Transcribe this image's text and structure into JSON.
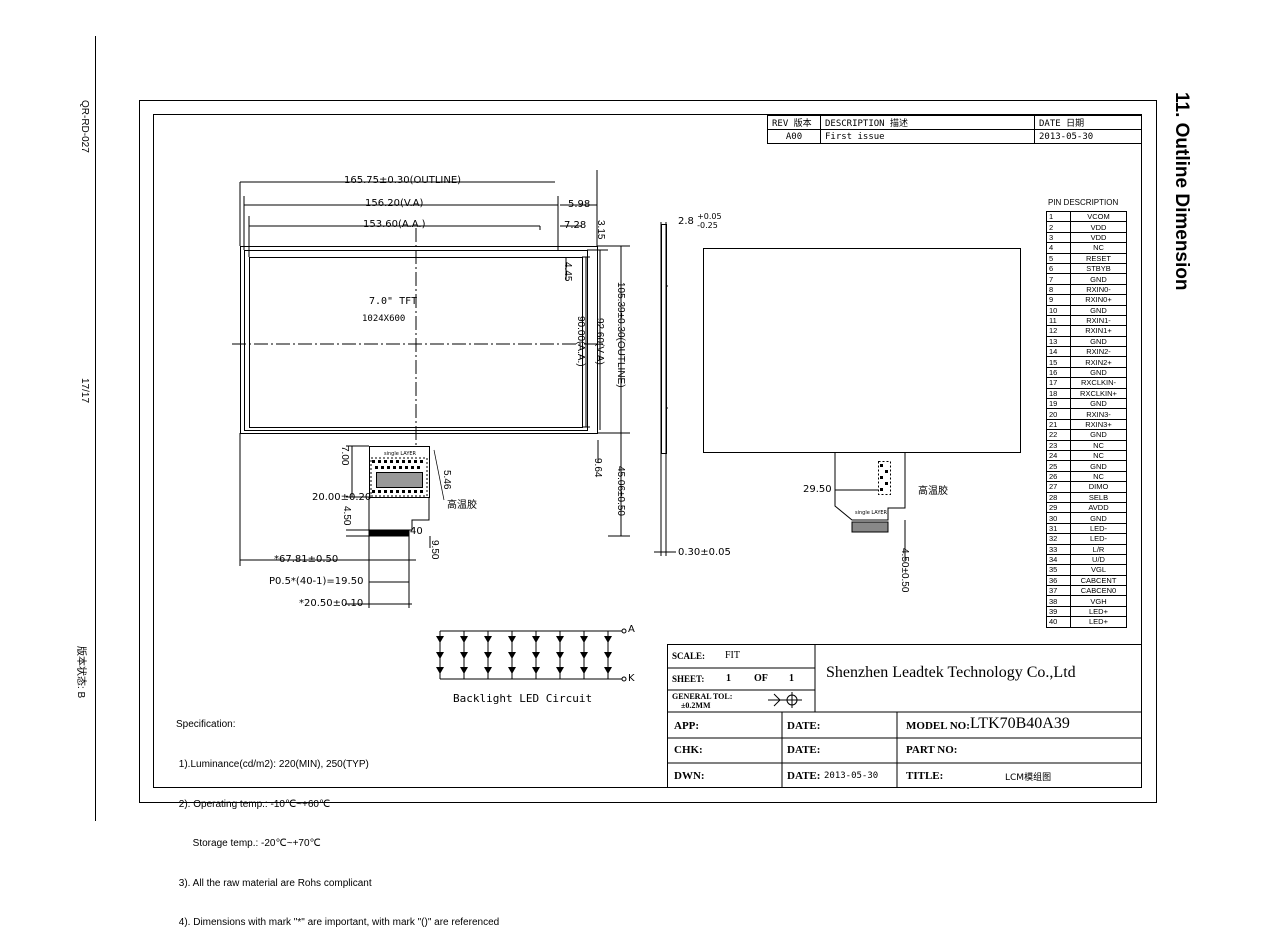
{
  "side": {
    "doc_code": "QR-RD-027",
    "page": "17/17",
    "version_status": "版本状态: B",
    "section_title": "11. Outline Dimension"
  },
  "revision": {
    "headers": [
      "REV 版本",
      "DESCRIPTION 描述",
      "DATE 日期"
    ],
    "rows": [
      [
        "A00",
        "First issue",
        "2013-05-30"
      ]
    ]
  },
  "front_view": {
    "dim_outline_w": "165.75±0.30(OUTLINE)",
    "dim_va_w": "156.20(V.A)",
    "dim_aa_w": "153.60(A.A.)",
    "dim_598": "5.98",
    "dim_728": "7.28",
    "dim_315": "3.15",
    "dim_445": "4.45",
    "dim_outline_h": "105.39±0.30(OUTLINE)",
    "dim_va_h": "92.60(V.A)",
    "dim_aa_h": "90.00(A.A.)",
    "panel_line1": "7.0\" TFT",
    "panel_line2": "1024X600",
    "dim_964": "9.64",
    "dim_4506": "45.06±0.50",
    "dim_700": "7.00",
    "dim_546": "5.46",
    "dim_2000": "20.00±0.20",
    "dim_450_left": "4.50",
    "dim_40": "40",
    "dim_950": "9.50",
    "dim_6781": "*67.81±0.50",
    "dim_pitch": "P0.5*(40-1)=19.50",
    "dim_2050": "*20.50±0.10",
    "fpc_label": "single LAYER",
    "glue_label": "高温胶"
  },
  "side_view": {
    "dim_thick": "2.8",
    "dim_thick_plus": "+0.05",
    "dim_thick_minus": "-0.25",
    "dim_030": "0.30±0.05"
  },
  "back_view": {
    "dim_2950": "29.50",
    "dim_450": "4.50±0.50",
    "glue_label": "高温胶",
    "fpc_label": "single LAYER"
  },
  "backlight": {
    "caption": "Backlight LED Circuit",
    "anode": "A",
    "cathode": "K"
  },
  "spec": {
    "lines": [
      "Specification:",
      " 1).Luminance(cd/m2): 220(MIN), 250(TYP)",
      " 2). Operating temp.: -10℃~+60℃",
      "      Storage temp.: -20℃~+70℃",
      " 3). All the raw material are Rohs complicant",
      " 4). Dimensions with mark \"*\" are important, with mark \"()\" are referenced"
    ]
  },
  "pins": {
    "title": "PIN DESCRIPTION",
    "rows": [
      [
        "1",
        "VCOM"
      ],
      [
        "2",
        "VDD"
      ],
      [
        "3",
        "VDD"
      ],
      [
        "4",
        "NC"
      ],
      [
        "5",
        "RESET"
      ],
      [
        "6",
        "STBYB"
      ],
      [
        "7",
        "GND"
      ],
      [
        "8",
        "RXIN0-"
      ],
      [
        "9",
        "RXIN0+"
      ],
      [
        "10",
        "GND"
      ],
      [
        "11",
        "RXIN1-"
      ],
      [
        "12",
        "RXIN1+"
      ],
      [
        "13",
        "GND"
      ],
      [
        "14",
        "RXIN2-"
      ],
      [
        "15",
        "RXIN2+"
      ],
      [
        "16",
        "GND"
      ],
      [
        "17",
        "RXCLKIN-"
      ],
      [
        "18",
        "RXCLKIN+"
      ],
      [
        "19",
        "GND"
      ],
      [
        "20",
        "RXIN3-"
      ],
      [
        "21",
        "RXIN3+"
      ],
      [
        "22",
        "GND"
      ],
      [
        "23",
        "NC"
      ],
      [
        "24",
        "NC"
      ],
      [
        "25",
        "GND"
      ],
      [
        "26",
        "NC"
      ],
      [
        "27",
        "DIMO"
      ],
      [
        "28",
        "SELB"
      ],
      [
        "29",
        "AVDD"
      ],
      [
        "30",
        "GND"
      ],
      [
        "31",
        "LED-"
      ],
      [
        "32",
        "LED-"
      ],
      [
        "33",
        "L/R"
      ],
      [
        "34",
        "U/D"
      ],
      [
        "35",
        "VGL"
      ],
      [
        "36",
        "CABCENT"
      ],
      [
        "37",
        "CABCEN0"
      ],
      [
        "38",
        "VGH"
      ],
      [
        "39",
        "LED+"
      ],
      [
        "40",
        "LED+"
      ]
    ]
  },
  "title_block": {
    "scale_label": "SCALE:",
    "scale_value": "FIT",
    "sheet_label": "SHEET:",
    "sheet_value": "1",
    "of_label": "OF",
    "of_value": "1",
    "tol_label": "GENERAL TOL:",
    "tol_value": "±0.2MM",
    "company": "Shenzhen Leadtek Technology Co.,Ltd",
    "app_label": "APP:",
    "chk_label": "CHK:",
    "dwn_label": "DWN:",
    "date_label": "DATE:",
    "dwn_date": "2013-05-30",
    "model_label": "MODEL NO:",
    "model_value": "LTK70B40A39",
    "part_label": "PART NO:",
    "title_label": "TITLE:",
    "title_value": "LCM模组图"
  }
}
